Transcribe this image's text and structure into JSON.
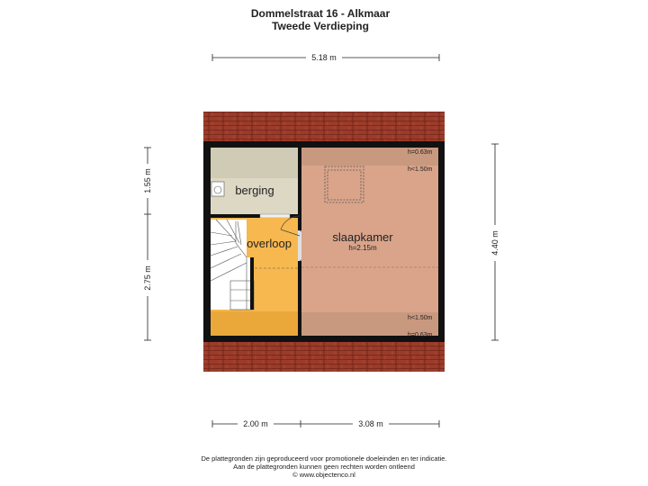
{
  "header": {
    "title": "Dommelstraat 16 - Alkmaar",
    "subtitle": "Tweede Verdieping"
  },
  "dimensions": {
    "top_width": "5.18 m",
    "bottom_left": "2.00 m",
    "bottom_right": "3.08 m",
    "left_upper": "1.55 m",
    "left_lower": "2.75 m",
    "right_height": "4.40 m"
  },
  "rooms": {
    "berging": {
      "label": "berging",
      "color": "#dcd8c4"
    },
    "overloop": {
      "label": "overloop",
      "color": "#f7b84f"
    },
    "slaapkamer": {
      "label": "slaapkamer",
      "height": "h=2.15m",
      "color": "#d9a48a"
    }
  },
  "heights": {
    "top_low": "h=0.63m",
    "top_high": "h<1.50m",
    "bottom_high": "h<1.50m",
    "bottom_low": "h=0.63m"
  },
  "colors": {
    "roof": "#9c3b2a",
    "walls": "#111111",
    "low_zone": "#c9997f"
  },
  "footer": {
    "line1": "De plattegronden zijn geproduceerd voor promotionele doeleinden en ter indicatie.",
    "line2": "Aan de plattegronden kunnen geen rechten worden ontleend",
    "line3": "© www.objectenco.nl"
  }
}
